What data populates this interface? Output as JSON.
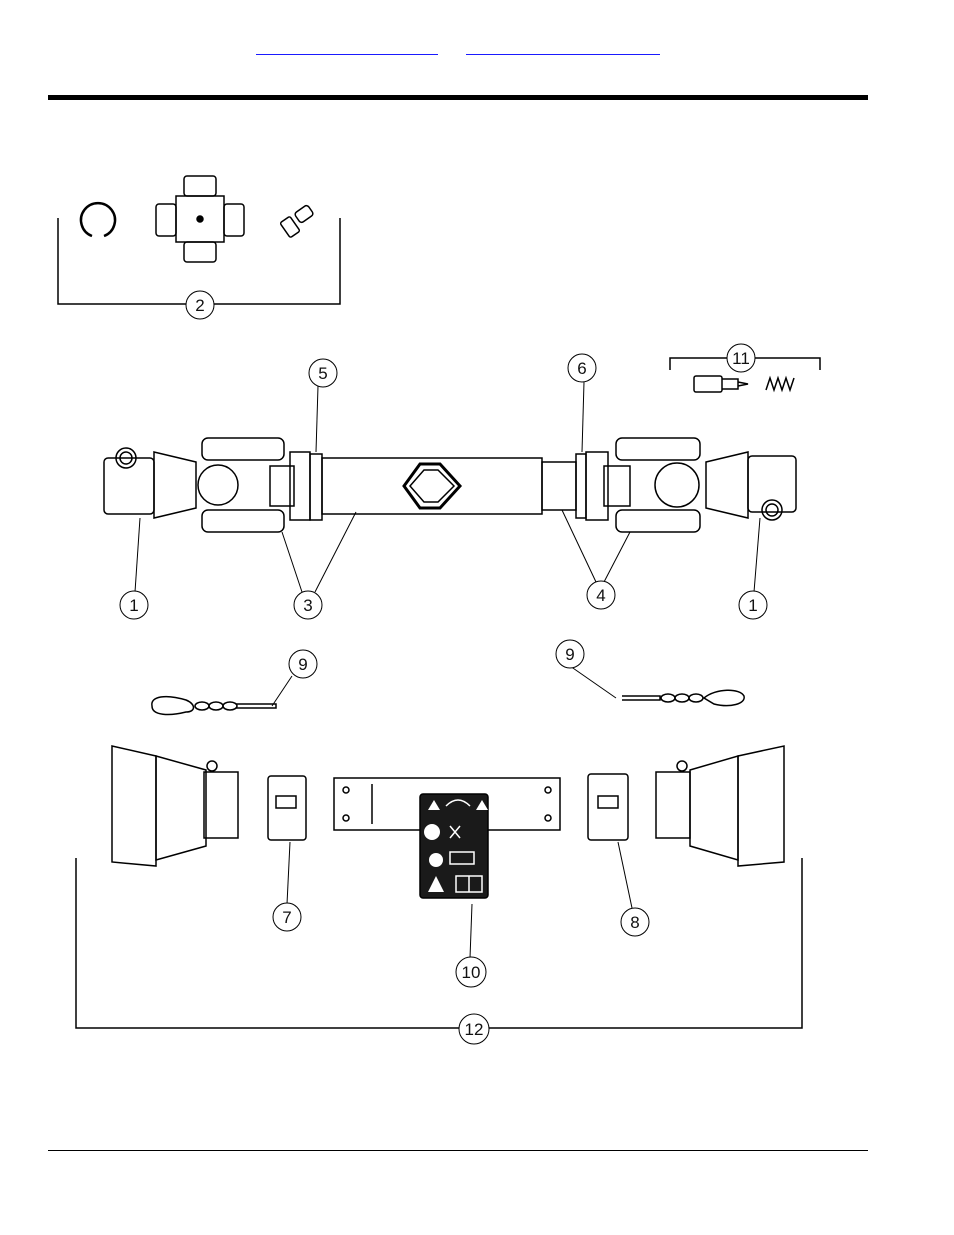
{
  "header": {
    "links": [
      "",
      ""
    ]
  },
  "callouts": {
    "c1a": "1",
    "c1b": "1",
    "c2": "2",
    "c3": "3",
    "c4": "4",
    "c5": "5",
    "c6": "6",
    "c7": "7",
    "c8": "8",
    "c9a": "9",
    "c9b": "9",
    "c10": "10",
    "c11": "11",
    "c12": "12"
  },
  "colors": {
    "line": "#000000",
    "link": "#1a1aff",
    "label_bg": "#1a1a1a"
  }
}
